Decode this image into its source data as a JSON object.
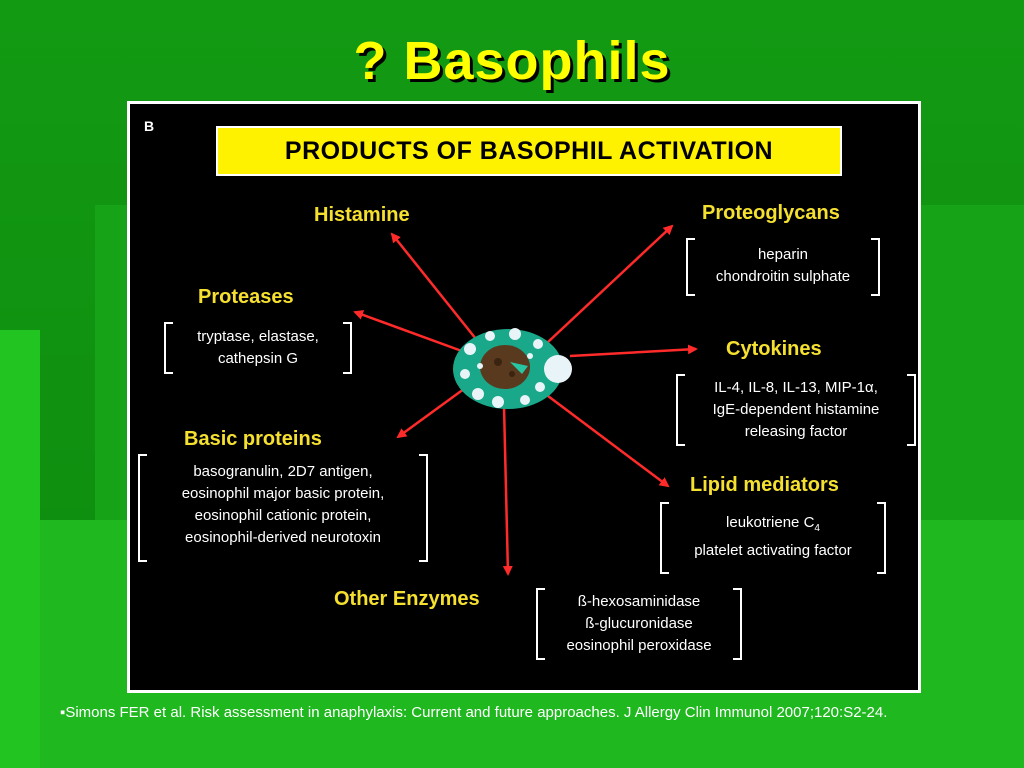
{
  "slide": {
    "title": "? Basophils",
    "citation": "▪Simons FER et al. Risk assessment in anaphylaxis: Current and future approaches. J Allergy Clin Immunol 2007;120:S2-24."
  },
  "figure": {
    "panel_letter": "B",
    "header": "PRODUCTS OF BASOPHIL ACTIVATION",
    "categories": {
      "histamine": {
        "label": "Histamine"
      },
      "proteoglycans": {
        "label": "Proteoglycans",
        "items": [
          "heparin",
          "chondroitin sulphate"
        ]
      },
      "proteases": {
        "label": "Proteases",
        "items": [
          "tryptase, elastase,",
          "cathepsin G"
        ]
      },
      "cytokines": {
        "label": "Cytokines",
        "items": [
          "IL-4, IL-8, IL-13, MIP-1α,",
          "IgE-dependent histamine",
          "releasing factor"
        ]
      },
      "basic_proteins": {
        "label": "Basic proteins",
        "items": [
          "basogranulin, 2D7 antigen,",
          "eosinophil major basic protein,",
          "eosinophil cationic protein,",
          "eosinophil-derived neurotoxin"
        ]
      },
      "lipid_mediators": {
        "label": "Lipid mediators",
        "items": [
          "leukotriene C",
          "platelet activating factor"
        ],
        "subscript": "4"
      },
      "other_enzymes": {
        "label": "Other Enzymes",
        "items": [
          "ß-hexosaminidase",
          "ß-glucuronidase",
          "eosinophil peroxidase"
        ]
      }
    },
    "colors": {
      "header_bg": "#fff200",
      "label_color": "#f5e030",
      "arrow_color": "#ff2a2a",
      "cell_body": "#1aa88a",
      "nucleus": "#5a3a1e",
      "granule": "#e8f4f8"
    }
  }
}
